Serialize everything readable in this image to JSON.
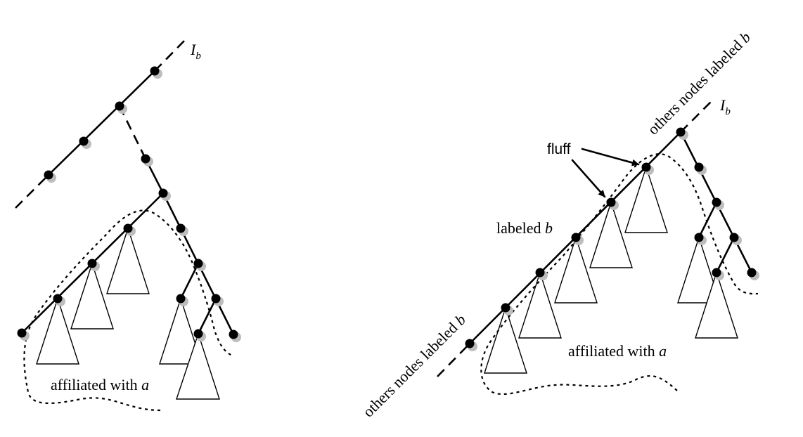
{
  "left_panel": {
    "label_interval": {
      "main": "I",
      "sub": "b"
    },
    "label_affiliated": {
      "text": "affiliated with ",
      "var": "a"
    }
  },
  "right_panel": {
    "label_interval": {
      "main": "I",
      "sub": "b"
    },
    "label_others_top": {
      "text": "others nodes labeled ",
      "var": "b"
    },
    "label_others_bottom": {
      "text": "others nodes labeled ",
      "var": "b"
    },
    "label_fluff": "fluff",
    "label_labeled": {
      "text": "labeled ",
      "var": "b"
    },
    "label_affiliated": {
      "text": "affiliated with ",
      "var": "a"
    }
  }
}
